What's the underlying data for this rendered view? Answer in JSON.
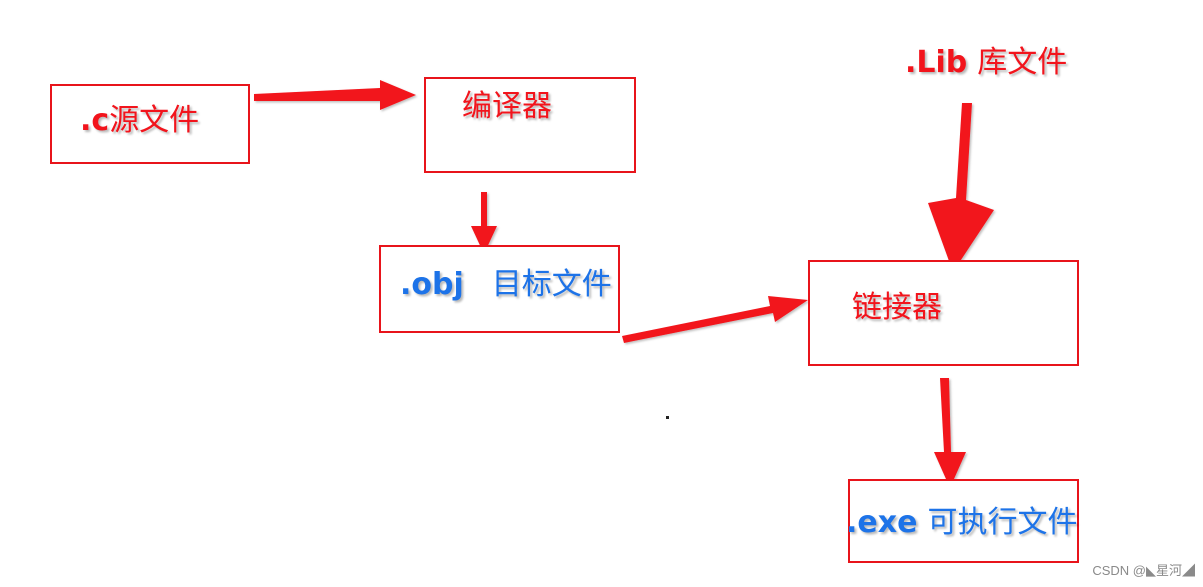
{
  "nodes": {
    "source": {
      "ext": ".c",
      "name": "源文件"
    },
    "compiler": {
      "name": "编译器"
    },
    "object": {
      "ext": ".obj",
      "name": "目标文件"
    },
    "library": {
      "ext": ".Lib",
      "name": "库文件"
    },
    "linker": {
      "name": "链接器"
    },
    "executable": {
      "ext": ".exe",
      "name": "可执行文件"
    }
  },
  "colors": {
    "accent_red": "#e8141b",
    "text_red": "#f2141c",
    "text_blue": "#1d73e8"
  },
  "watermark": "CSDN @◣星河◢"
}
